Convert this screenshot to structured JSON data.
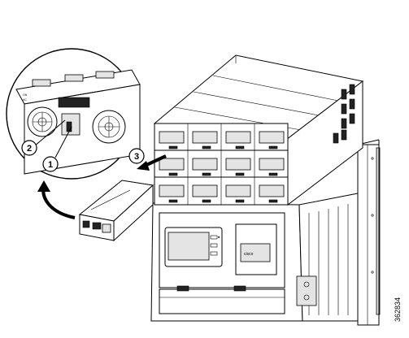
{
  "callouts": {
    "one": "1",
    "two": "2",
    "three": "3"
  },
  "figure_id": "362834",
  "logo_text": "cisco",
  "colors": {
    "line": "#000000",
    "background": "#ffffff",
    "shade": "#e4e4e4",
    "dark": "#222222"
  },
  "icons": [
    "curved-arrow-icon",
    "pull-arrow-icon"
  ]
}
